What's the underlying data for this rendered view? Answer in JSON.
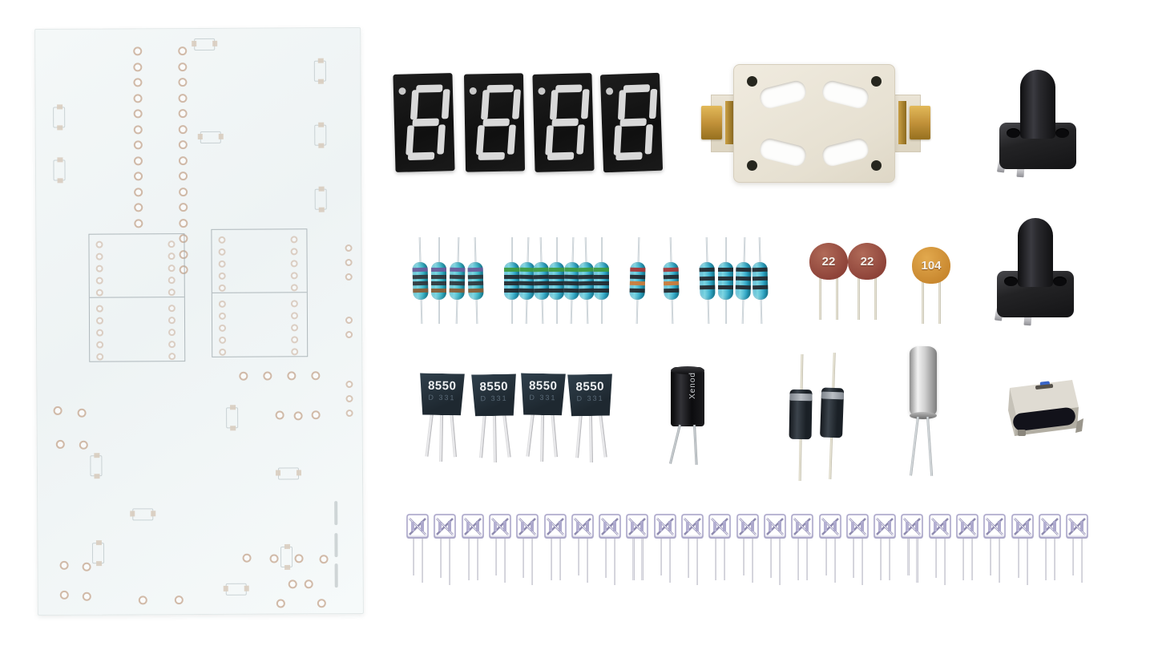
{
  "scene": {
    "description": "DIY electronic clock kit — bare PCB and through-hole components laid out on white",
    "background_color": "#ffffff"
  },
  "pcb": {
    "name": "bare-white-pcb",
    "color": "#f2f6f6",
    "silkscreen_color": "#a7b0b4",
    "digit_footprints": 4
  },
  "seven_segment_displays": {
    "count": 4,
    "body_color": "#161616",
    "segment_color": "#d9d9d9"
  },
  "battery_holder": {
    "count": 1,
    "body_color": "#ebe6d9",
    "contact_color": "#c59a3f"
  },
  "tactile_buttons": {
    "count": 2,
    "color": "#1e1e20"
  },
  "resistors": {
    "total": 17,
    "groups": [
      {
        "count": 4,
        "body_color": "#33b2c4",
        "bands": [
          "#6a5a9a",
          "#30343a",
          "#30343a",
          "#8a5a32"
        ]
      },
      {
        "count": 7,
        "body_color": "#2ea8c8",
        "bands": [
          "#3f9a3f",
          "#23272c",
          "#23272c",
          "#23272c"
        ]
      },
      {
        "count": 2,
        "body_color": "#2ea8c8",
        "bands": [
          "#a83434",
          "#23272c",
          "#d07a35",
          "#23272c"
        ]
      },
      {
        "count": 4,
        "body_color": "#2ea8c8",
        "bands": [
          "#23272c",
          "#23272c",
          "#23272c"
        ]
      }
    ]
  },
  "ceramic_capacitors": {
    "items": [
      {
        "label": "22",
        "color_outer": "#8d4238",
        "color_inner": "#b06a58"
      },
      {
        "label": "22",
        "color_outer": "#8d4238",
        "color_inner": "#b06a58"
      },
      {
        "label": "104",
        "color_outer": "#c8872e",
        "color_inner": "#e2a94e"
      }
    ]
  },
  "transistors": {
    "count": 4,
    "label": "8550",
    "sub_label": "D 331",
    "body_color": "#232d38"
  },
  "electrolytic_capacitor": {
    "count": 1,
    "marking": "Xenod",
    "body_color": "#0d0d0f"
  },
  "diodes": {
    "count": 2,
    "body_color": "#20262c",
    "band_color": "#9aa0a8"
  },
  "crystal_oscillator": {
    "count": 1,
    "color": "#c8c8c8"
  },
  "usb_c_connector": {
    "count": 1,
    "shell_color": "#cfcbc2",
    "slot_color": "#101014"
  },
  "leds": {
    "count": 25,
    "body_color": "#c7c3e0"
  }
}
